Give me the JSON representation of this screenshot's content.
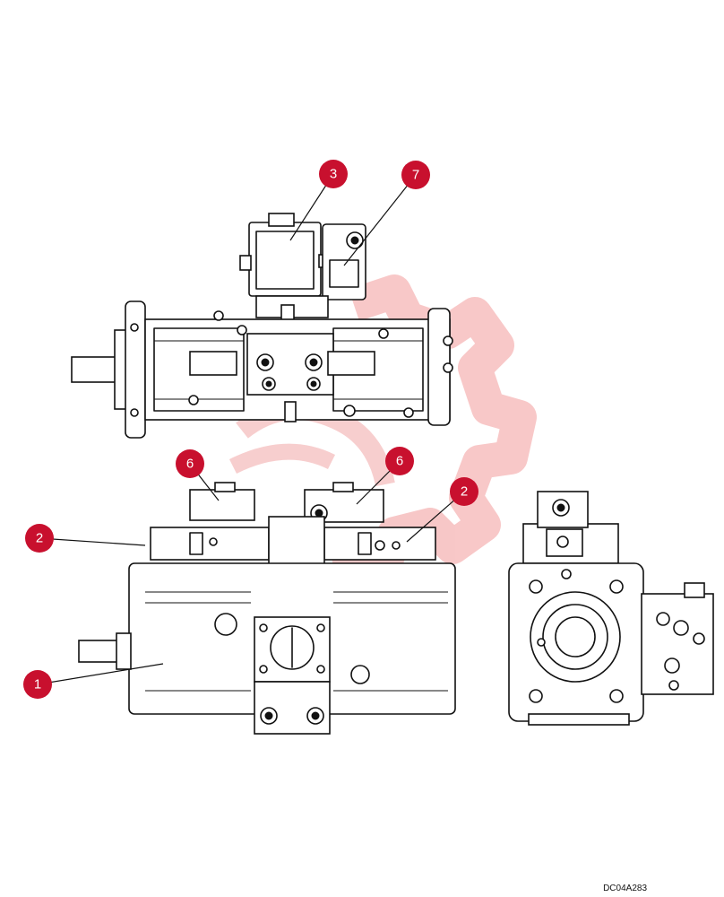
{
  "callouts": [
    {
      "label": "3"
    },
    {
      "label": "7"
    },
    {
      "label": "6"
    },
    {
      "label": "6"
    },
    {
      "label": "2"
    },
    {
      "label": "2"
    },
    {
      "label": "1"
    }
  ],
  "drawing_code": "DC04A283",
  "colors": {
    "callout": "#c8102e",
    "linework": "#111111",
    "watermark": "#f4b5b5"
  },
  "watermark_icon": "gear-logo-icon"
}
